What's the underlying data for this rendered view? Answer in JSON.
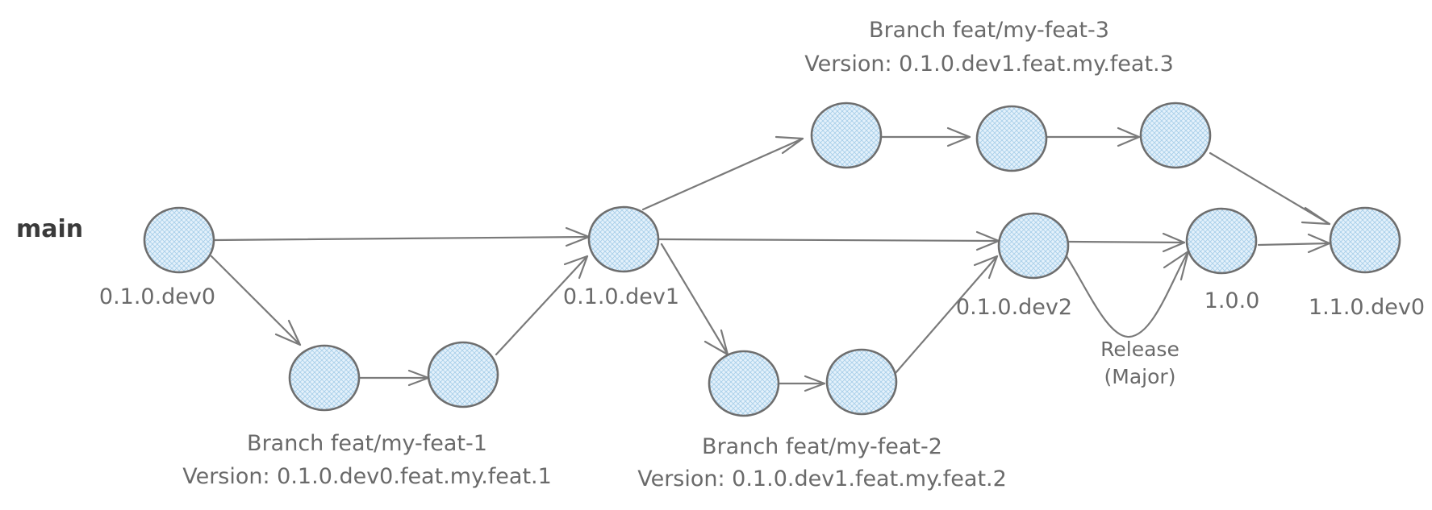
{
  "diagram": {
    "main_label": "main",
    "node_labels": {
      "dev0": "0.1.0.dev0",
      "dev1": "0.1.0.dev1",
      "dev2": "0.1.0.dev2",
      "release": "1.0.0",
      "next_dev": "1.1.0.dev0"
    },
    "branches": {
      "feat1": {
        "title": "Branch feat/my-feat-1",
        "version": "Version: 0.1.0.dev0.feat.my.feat.1"
      },
      "feat2": {
        "title": "Branch feat/my-feat-2",
        "version": "Version: 0.1.0.dev1.feat.my.feat.2"
      },
      "feat3": {
        "title": "Branch feat/my-feat-3",
        "version": "Version: 0.1.0.dev1.feat.my.feat.3"
      }
    },
    "release_note": {
      "line1": "Release",
      "line2": "(Major)"
    },
    "colors": {
      "node_fill": "#dcecf8",
      "node_hatch": "#a9cfe9",
      "stroke": "#6e6e6e",
      "text": "#6a6a6a"
    }
  }
}
